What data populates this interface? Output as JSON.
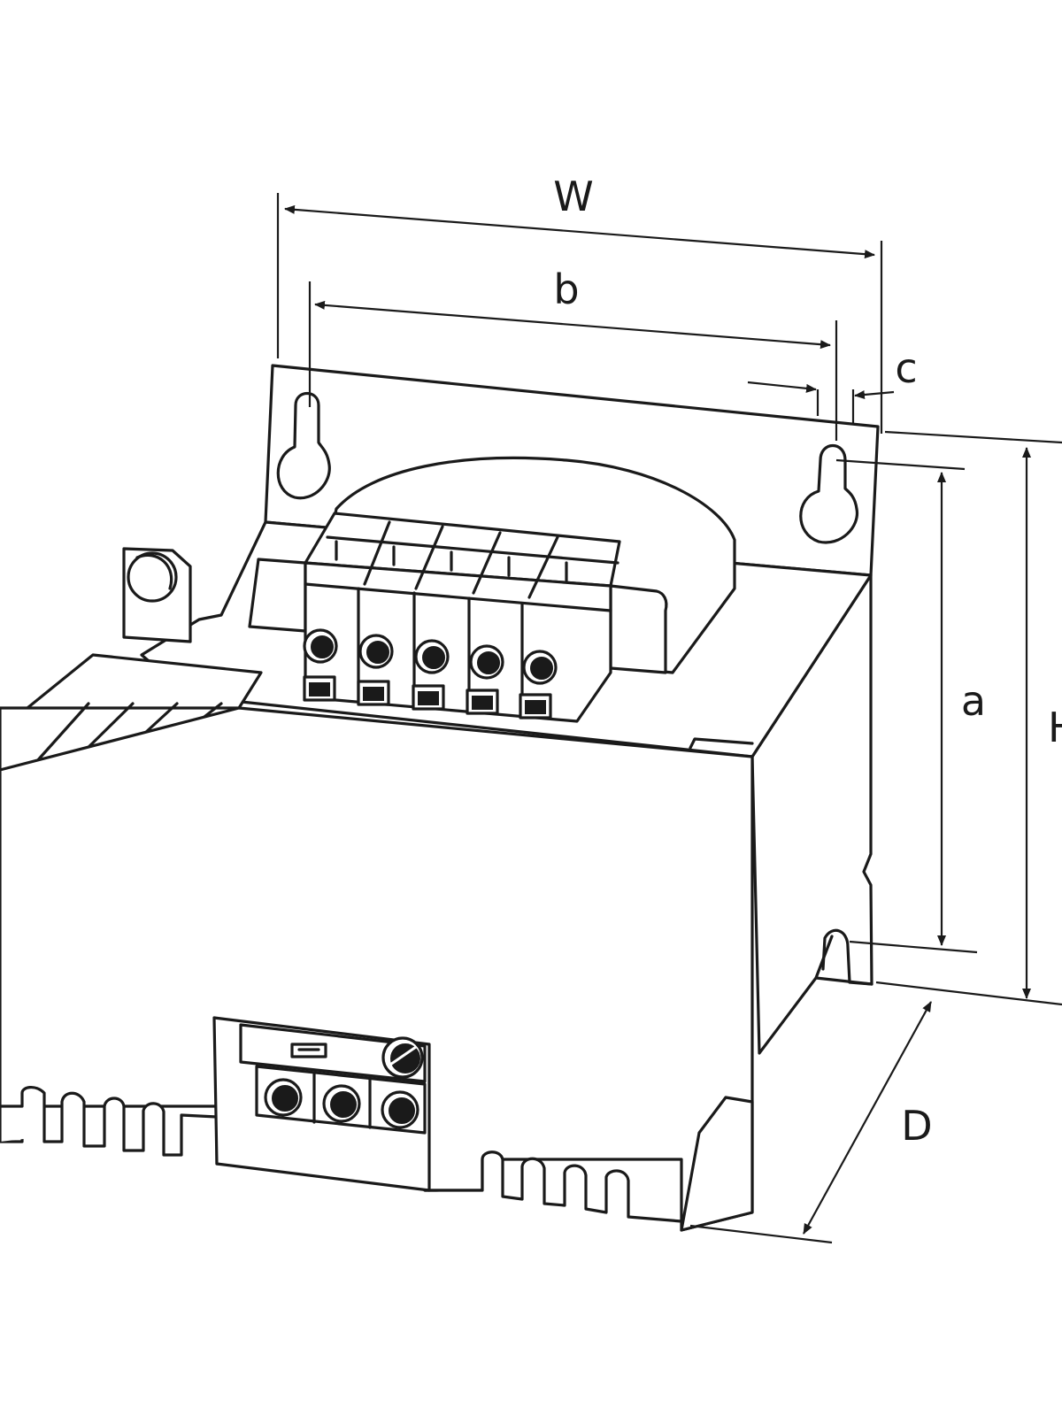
{
  "dimensions": {
    "width_label": "W",
    "hole_spacing_label": "b",
    "offset_label": "c",
    "mounting_height_label": "a",
    "height_label": "H",
    "depth_label": "D"
  },
  "colors": {
    "line": "#1a1a1a",
    "background": "#ffffff"
  }
}
